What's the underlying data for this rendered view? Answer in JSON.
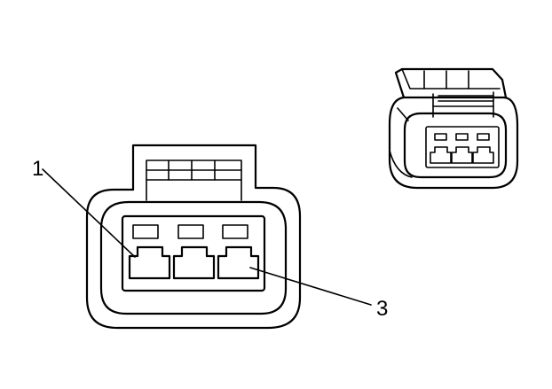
{
  "callouts": [
    {
      "id": "1",
      "label": "1"
    },
    {
      "id": "3",
      "label": "3"
    }
  ],
  "colors": {
    "line": "#000000",
    "background": "#ffffff"
  }
}
